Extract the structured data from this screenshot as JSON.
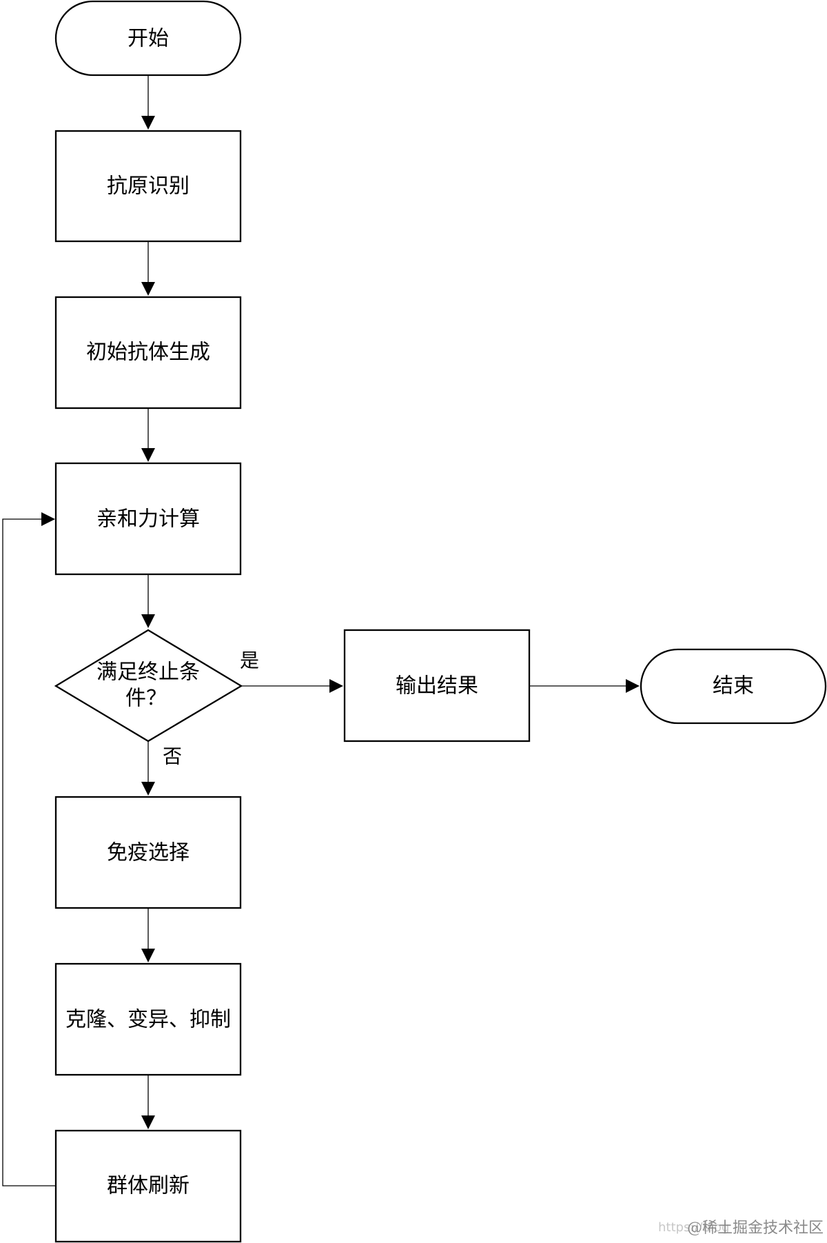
{
  "diagram": {
    "nodes": {
      "start": "开始",
      "antigen": "抗原识别",
      "init": "初始抗体生成",
      "affinity": "亲和力计算",
      "decision_line1": "满足终止条",
      "decision_line2": "件？",
      "output": "输出结果",
      "end": "结束",
      "immune_select": "免疫选择",
      "clone": "克隆、变异、抑制",
      "refresh": "群体刷新"
    },
    "edge_labels": {
      "yes": "是",
      "no": "否"
    }
  },
  "watermark": {
    "faint": "https://blog",
    "text": "@稀土掘金技术社区"
  }
}
